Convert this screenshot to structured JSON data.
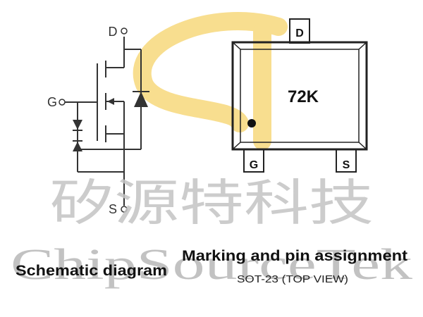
{
  "schematic": {
    "pin_drain": "D",
    "pin_gate": "G",
    "pin_source": "S",
    "caption": "Schematic diagram"
  },
  "package": {
    "marking": "72K",
    "pin_top": "D",
    "pin_bottom_left": "G",
    "pin_bottom_right": "S",
    "caption": "Marking and pin assignment",
    "subcaption": "SOT-23 (TOP VIEW)"
  },
  "watermark": {
    "cn_text": "矽源特科技",
    "en_text": "ChipSourceTek",
    "logo_color": "#f6d36a"
  }
}
